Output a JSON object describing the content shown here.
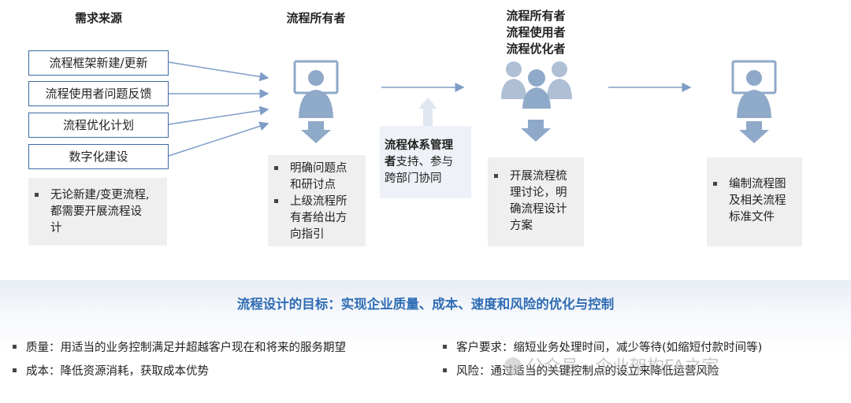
{
  "headings": {
    "source": "需求来源",
    "owner": "流程所有者",
    "group_line1": "流程所有者",
    "group_line2": "流程使用者",
    "group_line3": "流程优化者"
  },
  "sources": [
    "流程框架新建/更新",
    "流程使用者问题反馈",
    "流程优化计划",
    "数字化建设"
  ],
  "source_note": [
    "无论新建/变更流程,",
    "都需要开展流程设",
    "计"
  ],
  "owner_steps": [
    {
      "lines": [
        "明确问题点",
        "和研讨点"
      ]
    },
    {
      "lines": [
        "上级流程所",
        "有者给出方",
        "向指引"
      ]
    }
  ],
  "support": {
    "bold": "流程体系管理",
    "bold2": "者",
    "rest1": "支持、参与",
    "rest2": "跨部门协同"
  },
  "group_step": [
    "开展流程梳",
    "理讨论，明",
    "确流程设计",
    "方案"
  ],
  "final_step": [
    "编制流程图",
    "及相关流程",
    "标准文件"
  ],
  "goal": "流程设计的目标：实现企业质量、成本、速度和风险的优化与控制",
  "bottom": {
    "quality": "质量：用适当的业务控制满足并超越客户现在和将来的服务期望",
    "cost": "成本：降低资源消耗，获取成本优势",
    "customer": "客户要求：缩短业务处理时间，减少等待(如缩短付款时间等)",
    "risk": "风险：通过适当的关键控制点的设立来降低运营风险"
  },
  "watermark": "公众号 · 企业架构FA之家",
  "colors": {
    "accent": "#2f6db5",
    "icon": "#8fa9c9",
    "box_border": "#3d6aa3",
    "gray": "#efefef"
  }
}
